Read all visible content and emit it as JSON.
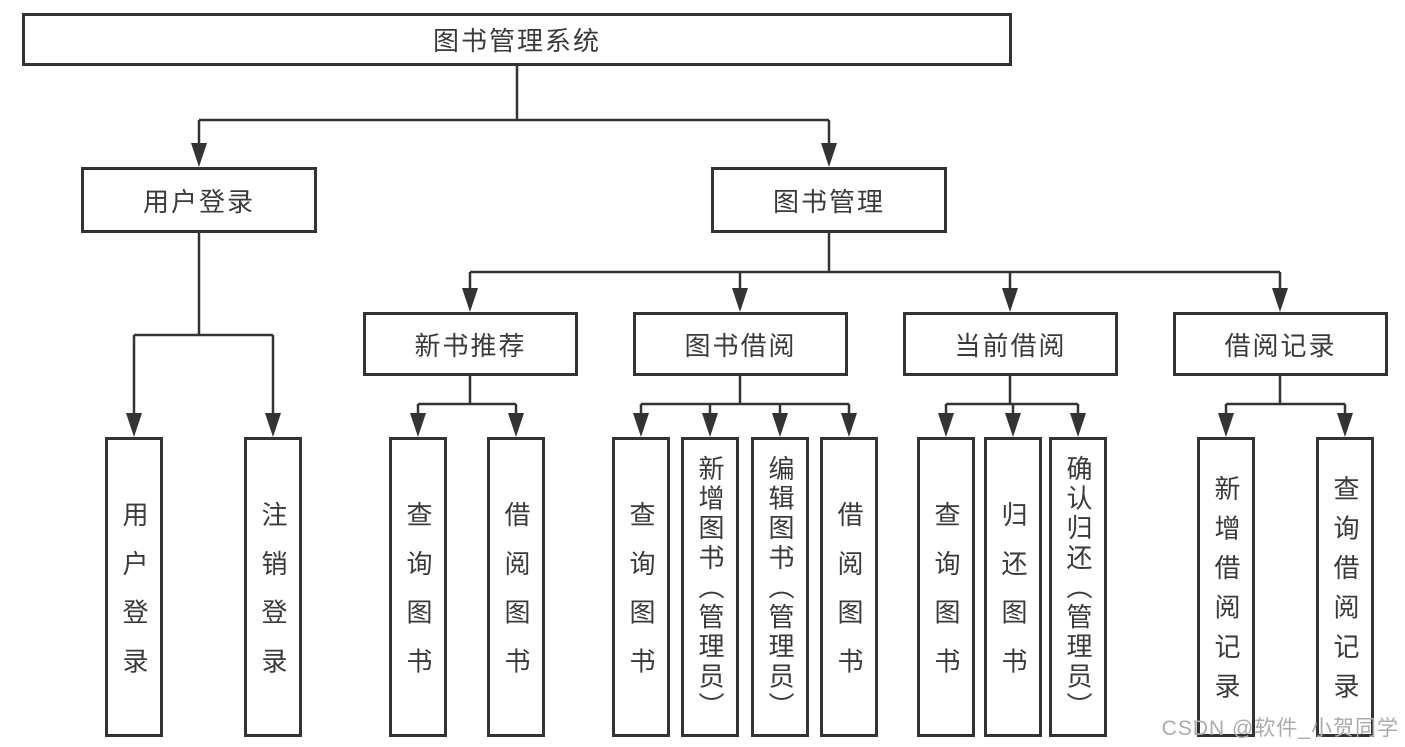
{
  "diagram_title": "图书管理系统",
  "tree": {
    "root": "图书管理系统",
    "children": [
      {
        "label": "用户登录",
        "children": [
          "用户登录",
          "注销登录"
        ]
      },
      {
        "label": "图书管理",
        "children": [
          {
            "label": "新书推荐",
            "children": [
              "查询图书",
              "借阅图书"
            ]
          },
          {
            "label": "图书借阅",
            "children": [
              "查询图书",
              "新增图书（管理员）",
              "编辑图书（管理员）",
              "借阅图书"
            ]
          },
          {
            "label": "当前借阅",
            "children": [
              "查询图书",
              "归还图书",
              "确认归还（管理员）"
            ]
          },
          {
            "label": "借阅记录",
            "children": [
              "新增借阅记录",
              "查询借阅记录"
            ]
          }
        ]
      }
    ]
  },
  "watermark": {
    "text": "CSDN @软件_小贺同学"
  },
  "colors": {
    "line": "#333333",
    "node_border": "#333333",
    "node_text": "#3a3a3a",
    "background": "#ffffff",
    "watermark": "#ababab"
  }
}
